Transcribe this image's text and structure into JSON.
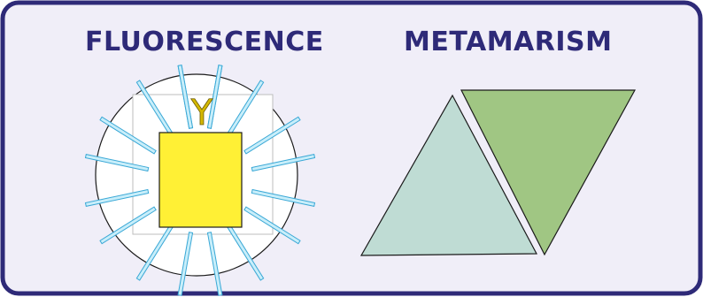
{
  "panels": {
    "left": {
      "title": "FLUORESCENCE",
      "letter": "Y"
    },
    "right": {
      "title": "METAMARISM"
    }
  },
  "colors": {
    "frame_border": "#2e2a78",
    "frame_fill": "#f0eef8",
    "title": "#2e2a78",
    "circle_fill": "#ffffff",
    "circle_stroke": "#1a1a1a",
    "square_fill": "#fff035",
    "square_stroke": "#1a1a1a",
    "ray_fill": "#c8eefa",
    "ray_stroke": "#3aa8d6",
    "letter": "#d4b800",
    "triangle_left_fill": "#bfdcd4",
    "triangle_right_fill": "#a0c683",
    "triangle_stroke": "#1a1a1a"
  },
  "icons": {
    "rays": "light-ray-bar"
  }
}
